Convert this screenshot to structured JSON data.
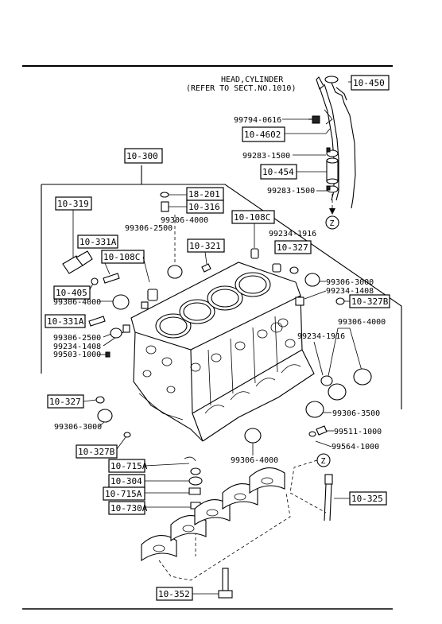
{
  "header": {
    "head_cylinder_line1": "HEAD,CYLINDER",
    "head_cylinder_line2": "(REFER TO SECT.NO.1010)"
  },
  "callouts": {
    "c_10_450": "10-450",
    "c_10_4602": "10-4602",
    "c_10_454": "10-454",
    "c_10_300": "10-300",
    "c_18_201": "18-201",
    "c_10_316": "10-316",
    "c_10_319": "10-319",
    "c_10_108c_top": "10-108C",
    "c_10_321": "10-321",
    "c_10_327_top": "10-327",
    "c_10_331a_1": "10-331A",
    "c_10_108c_left": "10-108C",
    "c_10_405": "10-405",
    "c_10_327b_right": "10-327B",
    "c_10_331a_2": "10-331A",
    "c_10_327_left": "10-327",
    "c_10_327b_left": "10-327B",
    "c_10_715a_1": "10-715A",
    "c_10_304": "10-304",
    "c_10_715a_2": "10-715A",
    "c_10_730a": "10-730A",
    "c_10_325": "10-325",
    "c_10_352": "10-352"
  },
  "labels": {
    "p_99794_0616": "99794-0616",
    "p_99283_1500_a": "99283-1500",
    "p_99283_1500_b": "99283-1500",
    "p_99306_4000_top": "99306-4000",
    "p_99306_2500_top": "99306-2500",
    "p_99234_1916_top": "99234-1916",
    "p_99306_4000_left": "99306-4000",
    "p_99306_3000_right": "99306-3000",
    "p_99234_1408_right": "99234-1408",
    "p_99306_4000_right": "99306-4000",
    "p_99306_2500_left": "99306-2500",
    "p_99234_1408_left": "99234-1408",
    "p_99503_1000": "99503-1000",
    "p_99234_1916_mid": "99234-1916",
    "p_99306_3500": "99306-3500",
    "p_99306_3000_left": "99306-3000",
    "p_99511_1000": "99511-1000",
    "p_99564_1000": "99564-1000",
    "p_99306_4000_bottom": "99306-4000",
    "z_marker_top": "Z",
    "z_marker_mid": "Z"
  }
}
